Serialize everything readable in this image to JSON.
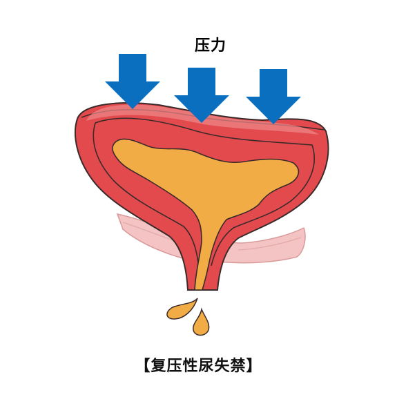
{
  "diagram": {
    "pressure_label": "压力",
    "caption": "【复压性尿失禁】",
    "arrow_count": 3,
    "colors": {
      "arrow": "#0b6fc0",
      "bladder_wall": "#e24a4e",
      "bladder_wall_light": "#f0898a",
      "outline": "#3a2a2a",
      "urine": "#f2ac45",
      "pelvic_floor": "#f4c4c4"
    }
  }
}
